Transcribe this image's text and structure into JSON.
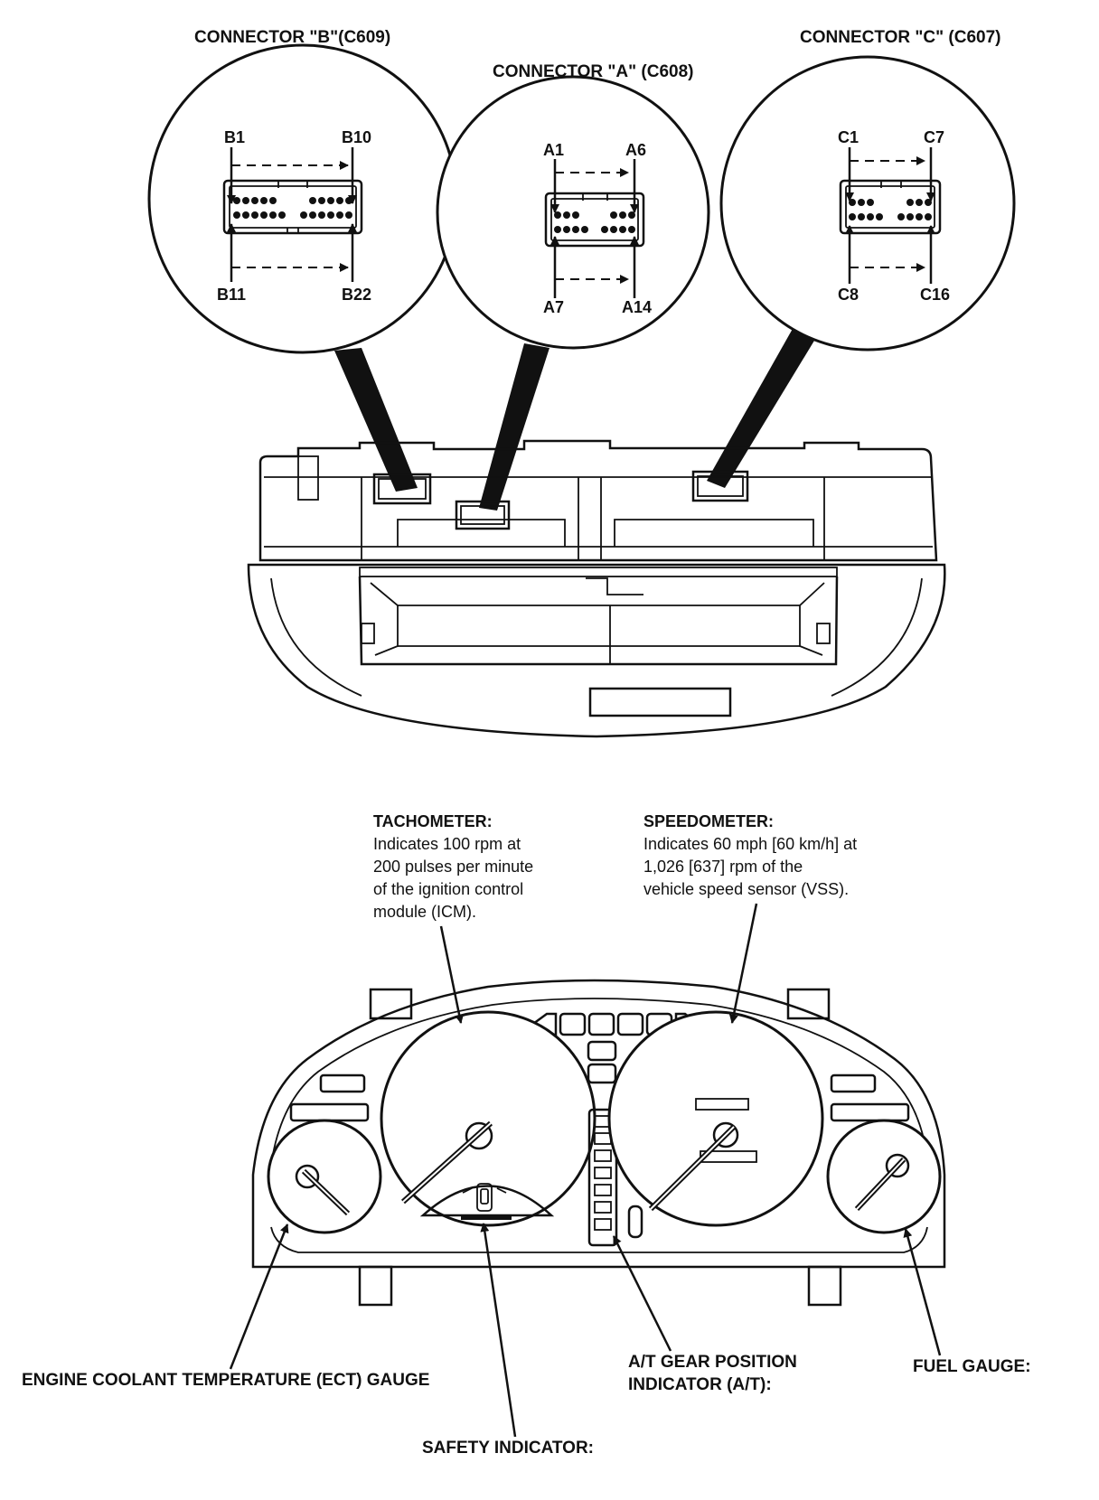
{
  "connectors": {
    "b": {
      "title": "CONNECTOR \"B\"(C609)",
      "top_left": "B1",
      "top_right": "B10",
      "bottom_left": "B11",
      "bottom_right": "B22"
    },
    "a": {
      "title": "CONNECTOR \"A\" (C608)",
      "top_left": "A1",
      "top_right": "A6",
      "bottom_left": "A7",
      "bottom_right": "A14"
    },
    "c": {
      "title": "CONNECTOR \"C\" (C607)",
      "top_left": "C1",
      "top_right": "C7",
      "bottom_left": "C8",
      "bottom_right": "C16"
    }
  },
  "callouts": {
    "tachometer": {
      "title": "TACHOMETER:",
      "lines": [
        "Indicates 100 rpm at",
        "200 pulses per minute",
        "of the ignition control",
        "module (ICM)."
      ]
    },
    "speedometer": {
      "title": "SPEEDOMETER:",
      "lines": [
        "Indicates 60 mph [60 km/h] at",
        "1,026 [637] rpm of the",
        "vehicle speed sensor (VSS)."
      ]
    },
    "ect_gauge": "ENGINE COOLANT TEMPERATURE (ECT) GAUGE",
    "at_gear": [
      "A/T GEAR POSITION",
      "INDICATOR (A/T):"
    ],
    "fuel_gauge": "FUEL GAUGE:",
    "safety_indicator": "SAFETY INDICATOR:"
  }
}
